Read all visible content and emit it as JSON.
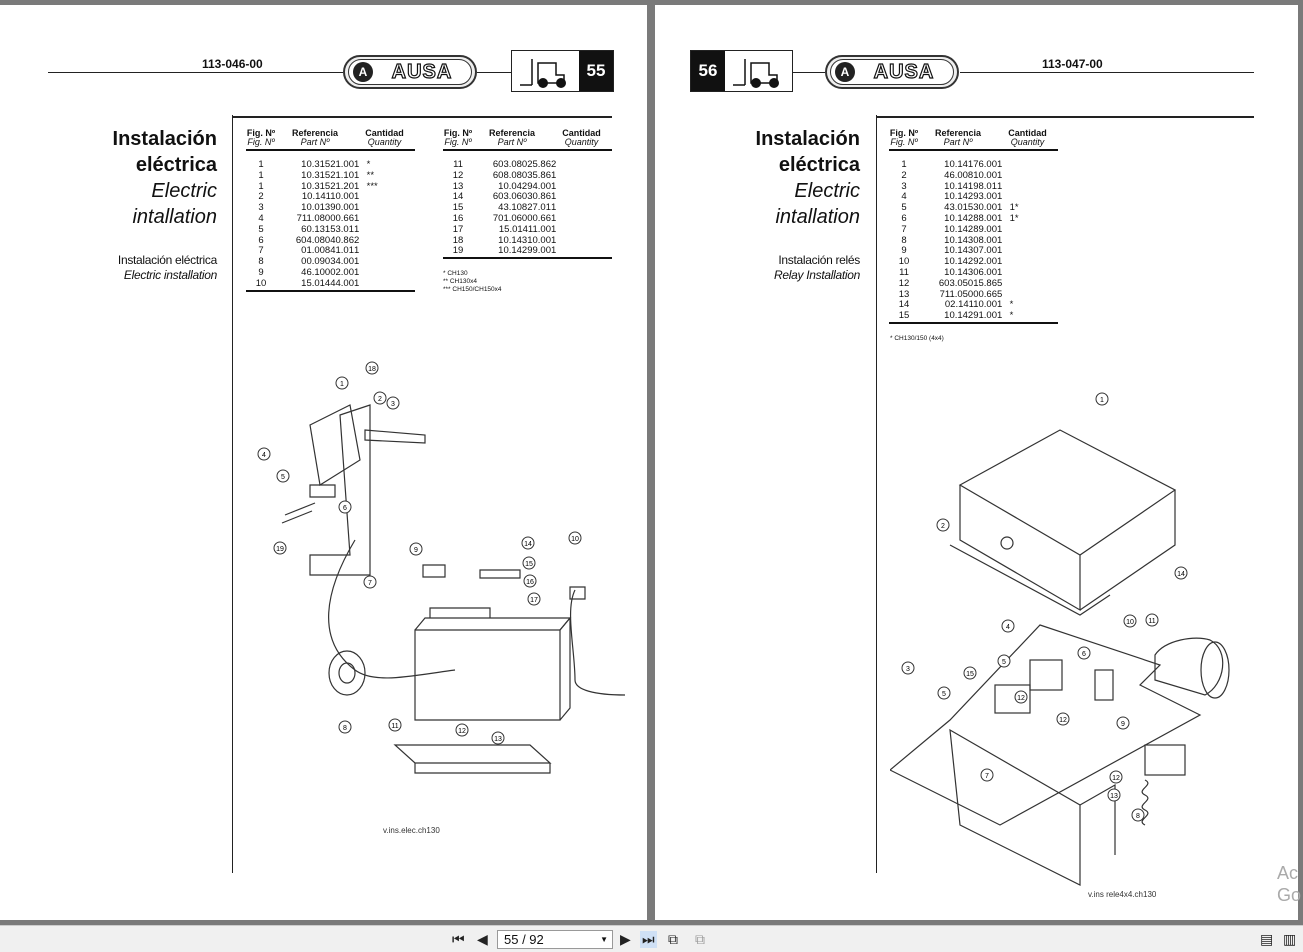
{
  "viewer": {
    "page_indicator": "55 / 92",
    "watermark_line1": "Ac",
    "watermark_line2": "Go"
  },
  "brand": "AUSA",
  "pages": [
    {
      "number": "55",
      "part_no": "113-046-00",
      "title_es": [
        "Instalación",
        "eléctrica"
      ],
      "title_en": [
        "Electric",
        "intallation"
      ],
      "subtitle_es": "Instalación eléctrica",
      "subtitle_en": "Electric installation",
      "headers": {
        "fig_es": "Fig. Nº",
        "fig_en": "Fig. Nº",
        "ref_es": "Referencia",
        "ref_en": "Part Nº",
        "qty_es": "Cantidad",
        "qty_en": "Quantity"
      },
      "tables": [
        [
          [
            "1",
            "10.31521.00",
            "1",
            "*"
          ],
          [
            "1",
            "10.31521.10",
            "1",
            "**"
          ],
          [
            "1",
            "10.31521.20",
            "1",
            "***"
          ],
          [
            "2",
            "10.14110.00",
            "1",
            ""
          ],
          [
            "3",
            "10.01390.00",
            "1",
            ""
          ],
          [
            "4",
            "711.08000.66",
            "1",
            ""
          ],
          [
            "5",
            "60.13153.01",
            "1",
            ""
          ],
          [
            "6",
            "604.08040.86",
            "2",
            ""
          ],
          [
            "7",
            "01.00841.01",
            "1",
            ""
          ],
          [
            "8",
            "00.09034.00",
            "1",
            ""
          ],
          [
            "9",
            "46.10002.00",
            "1",
            ""
          ],
          [
            "10",
            "15.01444.00",
            "1",
            ""
          ]
        ],
        [
          [
            "11",
            "603.08025.86",
            "2",
            ""
          ],
          [
            "12",
            "608.08035.86",
            "1",
            ""
          ],
          [
            "13",
            "10.04294.00",
            "1",
            ""
          ],
          [
            "14",
            "603.06030.86",
            "1",
            ""
          ],
          [
            "15",
            "43.10827.01",
            "1",
            ""
          ],
          [
            "16",
            "701.06000.66",
            "1",
            ""
          ],
          [
            "17",
            "15.01411.00",
            "1",
            ""
          ],
          [
            "18",
            "10.14310.00",
            "1",
            ""
          ],
          [
            "19",
            "10.14299.00",
            "1",
            ""
          ]
        ]
      ],
      "footnotes": [
        "* CH130",
        "** CH130x4",
        "*** CH150/CH150x4"
      ],
      "diagram_caption": "v.ins.elec.ch130",
      "callouts": [
        "1",
        "2",
        "3",
        "4",
        "5",
        "6",
        "7",
        "8",
        "9",
        "10",
        "11",
        "12",
        "13",
        "14",
        "15",
        "16",
        "17",
        "18",
        "19"
      ]
    },
    {
      "number": "56",
      "part_no": "113-047-00",
      "title_es": [
        "Instalación",
        "eléctrica"
      ],
      "title_en": [
        "Electric",
        "intallation"
      ],
      "subtitle_es": "Instalación relés",
      "subtitle_en": "Relay Installation",
      "headers": {
        "fig_es": "Fig. Nº",
        "fig_en": "Fig. Nº",
        "ref_es": "Referencia",
        "ref_en": "Part Nº",
        "qty_es": "Cantidad",
        "qty_en": "Quantity"
      },
      "tables": [
        [
          [
            "1",
            "10.14176.00",
            "1",
            ""
          ],
          [
            "2",
            "46.00810.00",
            "1",
            ""
          ],
          [
            "3",
            "10.14198.01",
            "1",
            ""
          ],
          [
            "4",
            "10.14293.00",
            "1",
            ""
          ],
          [
            "5",
            "43.01530.00",
            "1",
            "1*"
          ],
          [
            "6",
            "10.14288.00",
            "1",
            "1*"
          ],
          [
            "7",
            "10.14289.00",
            "1",
            ""
          ],
          [
            "8",
            "10.14308.00",
            "1",
            ""
          ],
          [
            "9",
            "10.14307.00",
            "1",
            ""
          ],
          [
            "10",
            "10.14292.00",
            "1",
            ""
          ],
          [
            "11",
            "10.14306.00",
            "1",
            ""
          ],
          [
            "12",
            "603.05015.86",
            "5",
            ""
          ],
          [
            "13",
            "711.05000.66",
            "5",
            ""
          ],
          [
            "14",
            "02.14110.00",
            "1",
            "*"
          ],
          [
            "15",
            "10.14291.00",
            "1",
            "*"
          ]
        ]
      ],
      "footnotes": [
        "* CH130/150 (4x4)"
      ],
      "diagram_caption": "v.ins rele4x4.ch130",
      "callouts": [
        "1",
        "2",
        "3",
        "4",
        "5",
        "5",
        "6",
        "7",
        "8",
        "9",
        "10",
        "11",
        "12",
        "12",
        "12",
        "13",
        "14",
        "15"
      ]
    }
  ]
}
